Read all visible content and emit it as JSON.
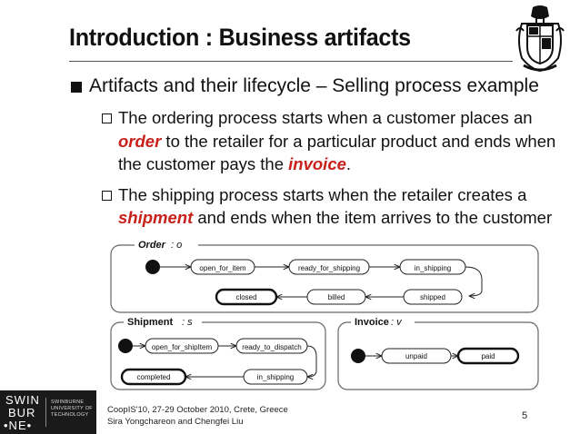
{
  "title": "Introduction : Business artifacts",
  "bullet1": "Artifacts and their lifecycle – Selling process example",
  "sub1": {
    "line1": "The ordering process starts when a customer places an",
    "line2_em": "order",
    "line2_rest": " to the retailer for a particular product and ends when",
    "line3_pre": "the customer pays the ",
    "line3_em": "invoice",
    "line3_post": "."
  },
  "sub2": {
    "line1": "The shipping process starts when the retailer creates a",
    "line2_em": "shipment",
    "line2_rest": " and ends when the item arrives to the customer"
  },
  "diagram": {
    "order_label": "Order",
    "order_var": " : o",
    "shipment_label": "Shipment",
    "shipment_var": " : s",
    "invoice_label": "Invoice",
    "invoice_var": " : v",
    "states": {
      "open_for_item": "open_for_item",
      "ready_for_shipping": "ready_for_shipping",
      "in_shipping_order": "in_shipping",
      "shipped": "shipped",
      "billed": "billed",
      "closed": "closed",
      "open_for_shipitem": "open_for_shipItem",
      "ready_to_dispatch": "ready_to_dispatch",
      "in_shipping_ship": "in_shipping",
      "completed": "completed",
      "unpaid": "unpaid",
      "paid": "paid"
    }
  },
  "footer": {
    "line1": "CoopIS'10, 27-29 October 2010, Crete, Greece",
    "line2": "Sira Yongchareon and Chengfei Liu"
  },
  "page_number": "5",
  "logo": {
    "big1": "SWIN",
    "big2": "BUR",
    "big3": "•NE•",
    "small1": "SWINBURNE",
    "small2": "UNIVERSITY OF",
    "small3": "TECHNOLOGY"
  }
}
